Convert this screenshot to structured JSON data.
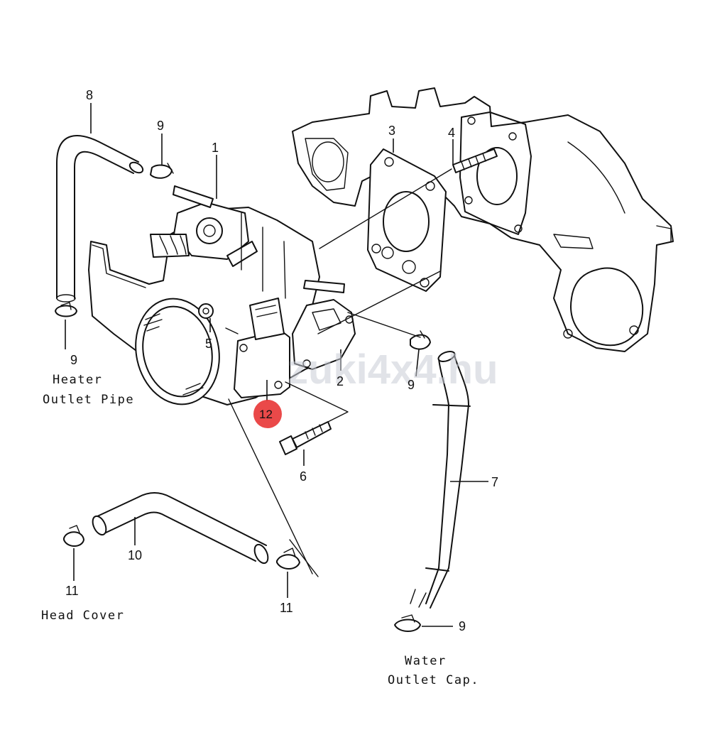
{
  "diagram": {
    "callouts": {
      "c1": "1",
      "c2": "2",
      "c3": "3",
      "c4": "4",
      "c5": "5",
      "c6": "6",
      "c7": "7",
      "c8": "8",
      "c9a": "9",
      "c9b": "9",
      "c9c": "9",
      "c9d": "9",
      "c10": "10",
      "c11a": "11",
      "c11b": "11",
      "c12": "12"
    },
    "highlight_color": "#e83a3a",
    "labels": {
      "heater_line1": "Heater",
      "heater_line2": "Outlet Pipe",
      "head_cover": "Head Cover",
      "water_line1": "Water",
      "water_line2": "Outlet Cap."
    },
    "watermark": "zuki4x4.hu"
  }
}
